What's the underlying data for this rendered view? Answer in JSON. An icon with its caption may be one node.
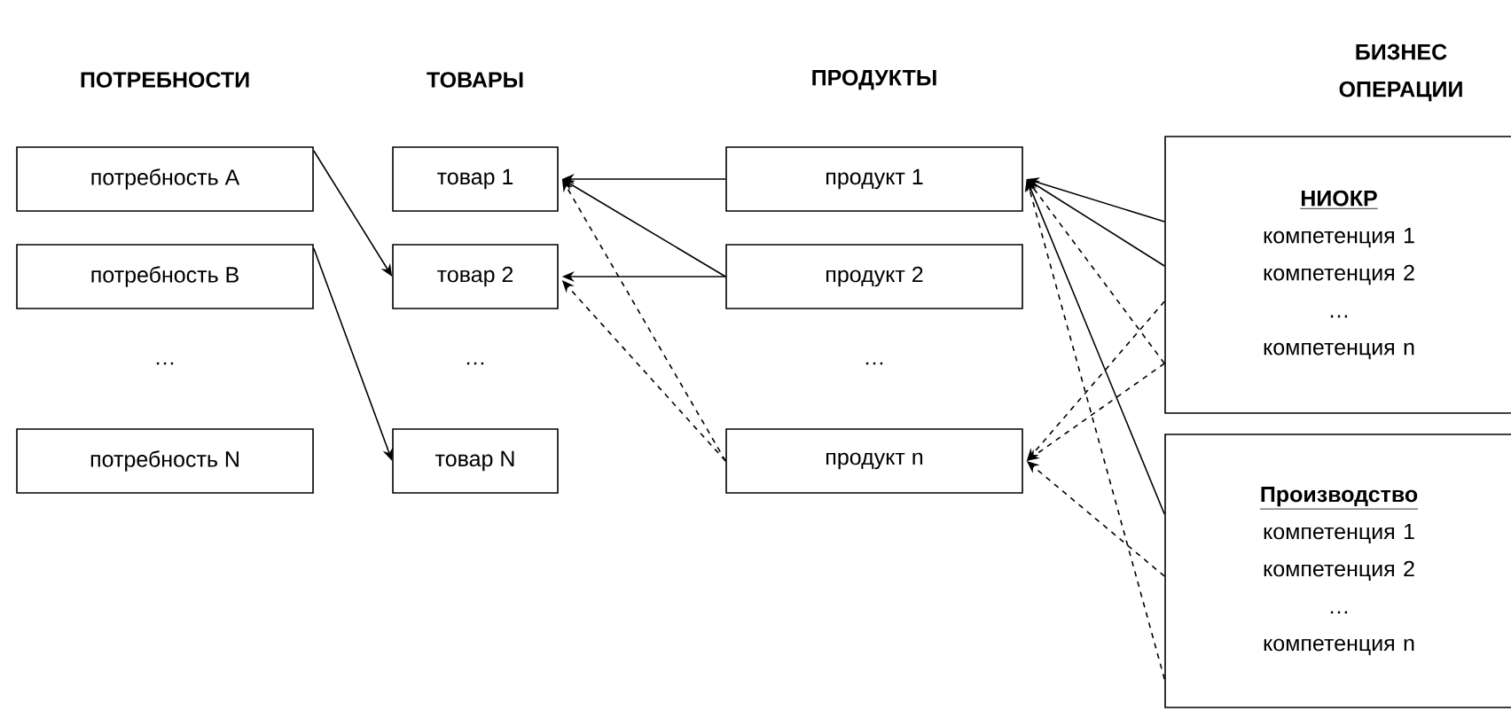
{
  "diagram": {
    "nodes": [
      {
        "text": [
          "потребность A"
        ]
      },
      {
        "text": [
          "потребность B"
        ]
      },
      {
        "text": [
          "потребность N"
        ]
      },
      {
        "text": [
          "товар 1"
        ]
      },
      {
        "text": [
          "товар 2"
        ]
      },
      {
        "text": [
          "товар N"
        ]
      },
      {
        "text": [
          "продукт 1"
        ]
      },
      {
        "text": [
          "продукт 2"
        ]
      },
      {
        "text": [
          "продукт n"
        ]
      },
      {
        "text": [
          "НИОКР",
          "компетенция 1",
          "компетенция 2",
          "…",
          "компетенция n"
        ]
      },
      {
        "text": [
          "Производство",
          "компетенция 1",
          "компетенция 2",
          "…",
          "компетенция n"
        ]
      }
    ],
    "edges": [
      {
        "from": 0,
        "to": 4,
        "arrow": "to"
      },
      {
        "from": 1,
        "to": 5,
        "arrow": "to"
      },
      {
        "from": 6,
        "to": 3,
        "arrow": "to"
      },
      {
        "from": 7,
        "to": 3,
        "arrow": "to"
      },
      {
        "from": 7,
        "to": 4,
        "arrow": "to"
      },
      {
        "from": 8,
        "to": 3,
        "arrow": "to",
        "style": "dashed"
      },
      {
        "from": 8,
        "to": 4,
        "arrow": "to",
        "style": "dashed"
      },
      {
        "from": 9,
        "to": 6,
        "arrow": "to"
      },
      {
        "from": 9,
        "to": 6,
        "arrow": "to"
      },
      {
        "from": 9,
        "to": 6,
        "arrow": "to",
        "style": "dashed"
      },
      {
        "from": 9,
        "to": 8,
        "arrow": "to",
        "style": "dashed"
      },
      {
        "from": 9,
        "to": 8,
        "arrow": "to",
        "style": "dashed"
      },
      {
        "from": 10,
        "to": 6,
        "arrow": "to"
      },
      {
        "from": 10,
        "to": 6,
        "arrow": "to",
        "style": "dashed"
      },
      {
        "from": 10,
        "to": 8,
        "arrow": "to",
        "style": "dashed"
      }
    ],
    "labels": [
      "ПОТРЕБНОСТИ",
      "ТОВАРЫ",
      "ПРОДУКТЫ",
      "БИЗНЕС ОПЕРАЦИИ",
      "…",
      "…",
      "…"
    ]
  }
}
